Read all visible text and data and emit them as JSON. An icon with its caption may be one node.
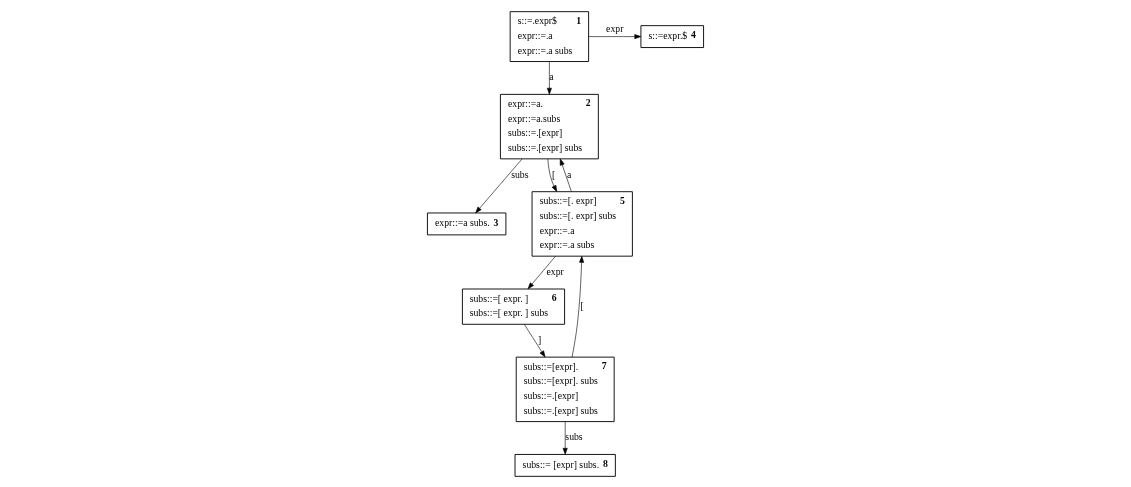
{
  "diagram": {
    "nodes": [
      {
        "text": [
          "s::=.expr$",
          "expr::=.a",
          "expr::=.a subs",
          "1"
        ]
      },
      {
        "text": [
          "expr::=a.",
          "expr::=a.subs",
          "subs::=.[expr]",
          "subs::=.[expr] subs",
          "2"
        ]
      },
      {
        "text": [
          "expr::=a subs.",
          "3"
        ]
      },
      {
        "text": [
          "s::=expr.$",
          "4"
        ]
      },
      {
        "text": [
          "subs::=[. expr]",
          "subs::=[. expr] subs",
          "expr::=.a",
          "expr::=.a subs",
          "5"
        ]
      },
      {
        "text": [
          "subs::=[ expr. ]",
          "subs::=[ expr. ] subs",
          "6"
        ]
      },
      {
        "text": [
          "subs::=[expr].",
          "subs::=[expr]. subs",
          "subs::=.[expr]",
          "subs::=.[expr] subs",
          "7"
        ]
      },
      {
        "text": [
          "subs::= [expr] subs.",
          "8"
        ]
      }
    ],
    "edges": [
      {
        "from": 0,
        "to": 3,
        "arrow": "to",
        "label": "expr"
      },
      {
        "from": 0,
        "to": 1,
        "arrow": "to",
        "label": "a"
      },
      {
        "from": 1,
        "to": 4,
        "arrow": "to",
        "label": "["
      },
      {
        "from": 4,
        "to": 1,
        "arrow": "to",
        "label": "a"
      },
      {
        "from": 1,
        "to": 2,
        "arrow": "to",
        "label": "subs"
      },
      {
        "from": 4,
        "to": 5,
        "arrow": "to",
        "label": "expr"
      },
      {
        "from": 5,
        "to": 6,
        "arrow": "to",
        "label": "]"
      },
      {
        "from": 6,
        "to": 4,
        "arrow": "to",
        "label": "["
      },
      {
        "from": 6,
        "to": 7,
        "arrow": "to",
        "label": "subs"
      }
    ]
  }
}
